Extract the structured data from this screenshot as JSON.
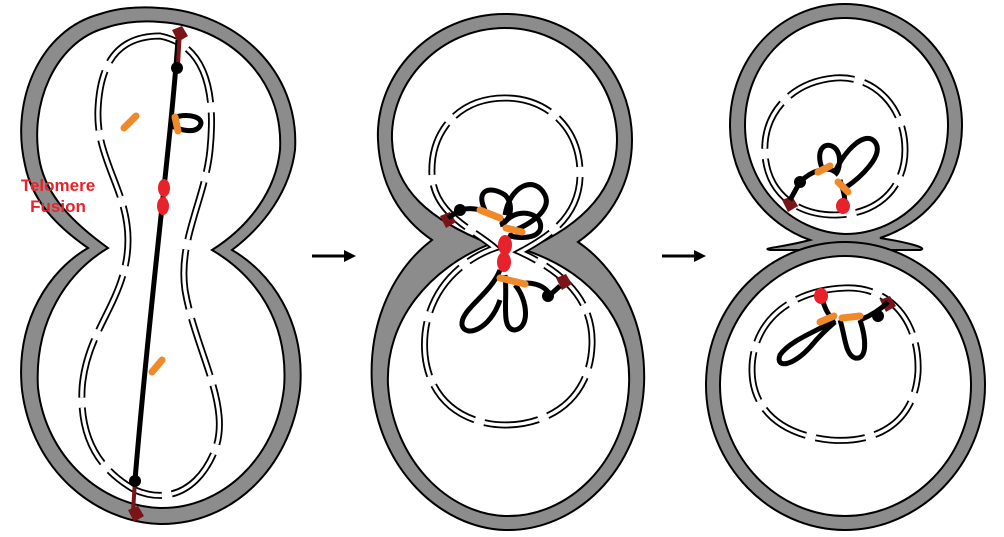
{
  "annotation": {
    "line1": "Telomere",
    "line2": "Fusion"
  },
  "colors": {
    "cell_wall": "#8c8c8c",
    "outline": "#000000",
    "chromosome": "#000000",
    "centromere": "#f0892a",
    "telomere_fusion": "#e8222b",
    "spindle_pole_body": "#7a1416",
    "annotation_text": "#e8222b",
    "background": "#ffffff"
  },
  "arrows": [
    {
      "name": "arrow-1",
      "glyph": "right-arrow-icon"
    },
    {
      "name": "arrow-2",
      "glyph": "right-arrow-icon"
    }
  ]
}
